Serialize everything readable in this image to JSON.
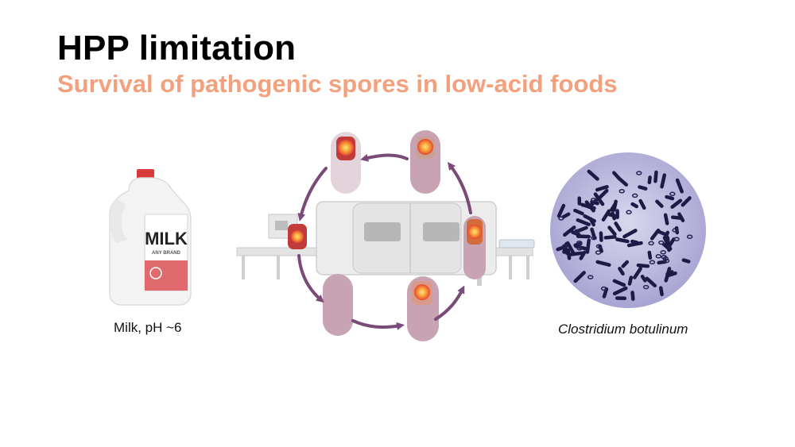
{
  "slide": {
    "title": "HPP limitation",
    "subtitle": "Survival of pathogenic spores in low-acid foods"
  },
  "milk": {
    "caption": "Milk, pH ~6",
    "label": "MILK",
    "sublabel": "ANY BRAND"
  },
  "microscope": {
    "caption": "Clostridium botulinum"
  },
  "colors": {
    "subtitle": "#f5a07c",
    "arrow": "#7a4a78",
    "container": "#c7a3b3",
    "hot": "#e8362b",
    "micro_bg": "#b9b6dc",
    "bacteria": "#1f1a45"
  }
}
